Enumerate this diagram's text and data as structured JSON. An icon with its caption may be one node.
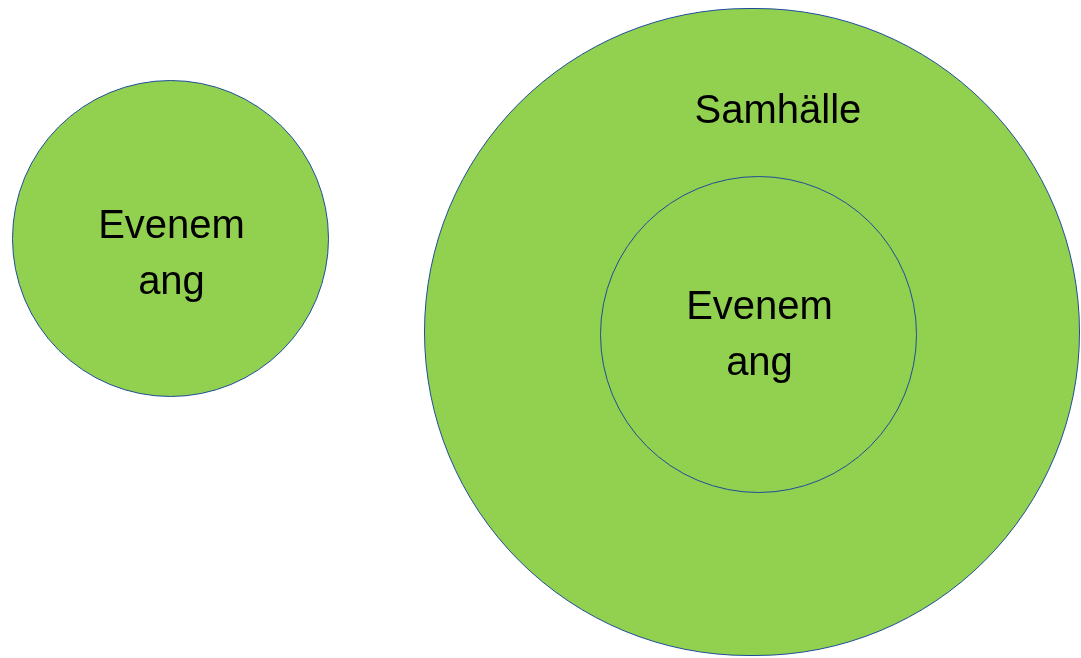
{
  "diagram": {
    "nodes": [
      {
        "text": [
          "Evenemang"
        ]
      },
      {
        "text": [
          "Samhälle"
        ]
      },
      {
        "text": [
          "Evenemang"
        ],
        "in": 1
      }
    ]
  }
}
